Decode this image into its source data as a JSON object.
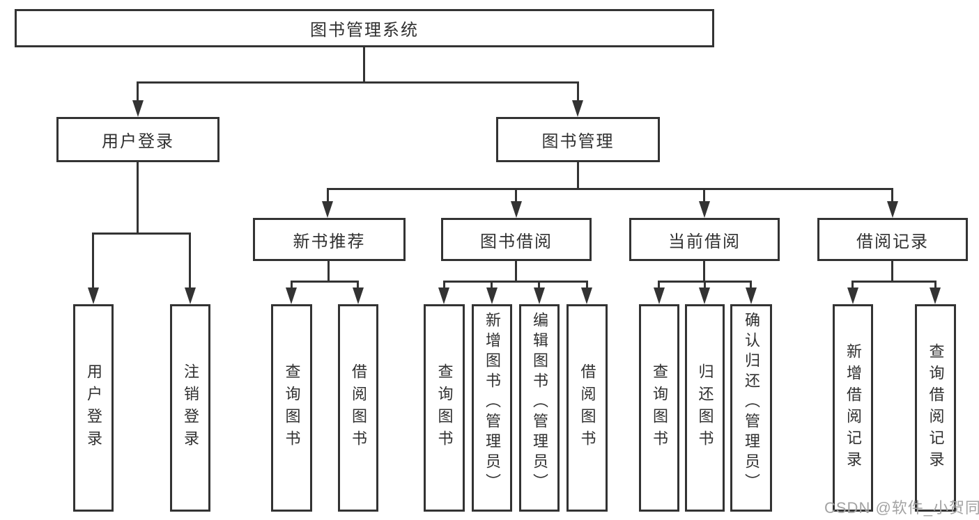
{
  "diagram": {
    "type": "hierarchy-tree",
    "colors": {
      "line": "#333333",
      "box_border": "#333333",
      "box_background": "#ffffff",
      "text": "#303030",
      "watermark_text": "#a3a3a3"
    },
    "tree": {
      "root": {
        "label": "图书管理系统",
        "children": [
          {
            "label": "用户登录",
            "children": [
              {
                "label": "用户登录"
              },
              {
                "label": "注销登录"
              }
            ]
          },
          {
            "label": "图书管理",
            "children": [
              {
                "label": "新书推荐",
                "children": [
                  {
                    "label": "查询图书"
                  },
                  {
                    "label": "借阅图书"
                  }
                ]
              },
              {
                "label": "图书借阅",
                "children": [
                  {
                    "label": "查询图书"
                  },
                  {
                    "label": "新增图书（管理员）"
                  },
                  {
                    "label": "编辑图书（管理员）"
                  },
                  {
                    "label": "借阅图书"
                  }
                ]
              },
              {
                "label": "当前借阅",
                "children": [
                  {
                    "label": "查询图书"
                  },
                  {
                    "label": "归还图书"
                  },
                  {
                    "label": "确认归还（管理员）"
                  }
                ]
              },
              {
                "label": "借阅记录",
                "children": [
                  {
                    "label": "新增借阅记录"
                  },
                  {
                    "label": "查询借阅记录"
                  }
                ]
              }
            ]
          }
        ]
      }
    },
    "watermark": {
      "text": "CSDN @软件_小贺同学"
    }
  }
}
